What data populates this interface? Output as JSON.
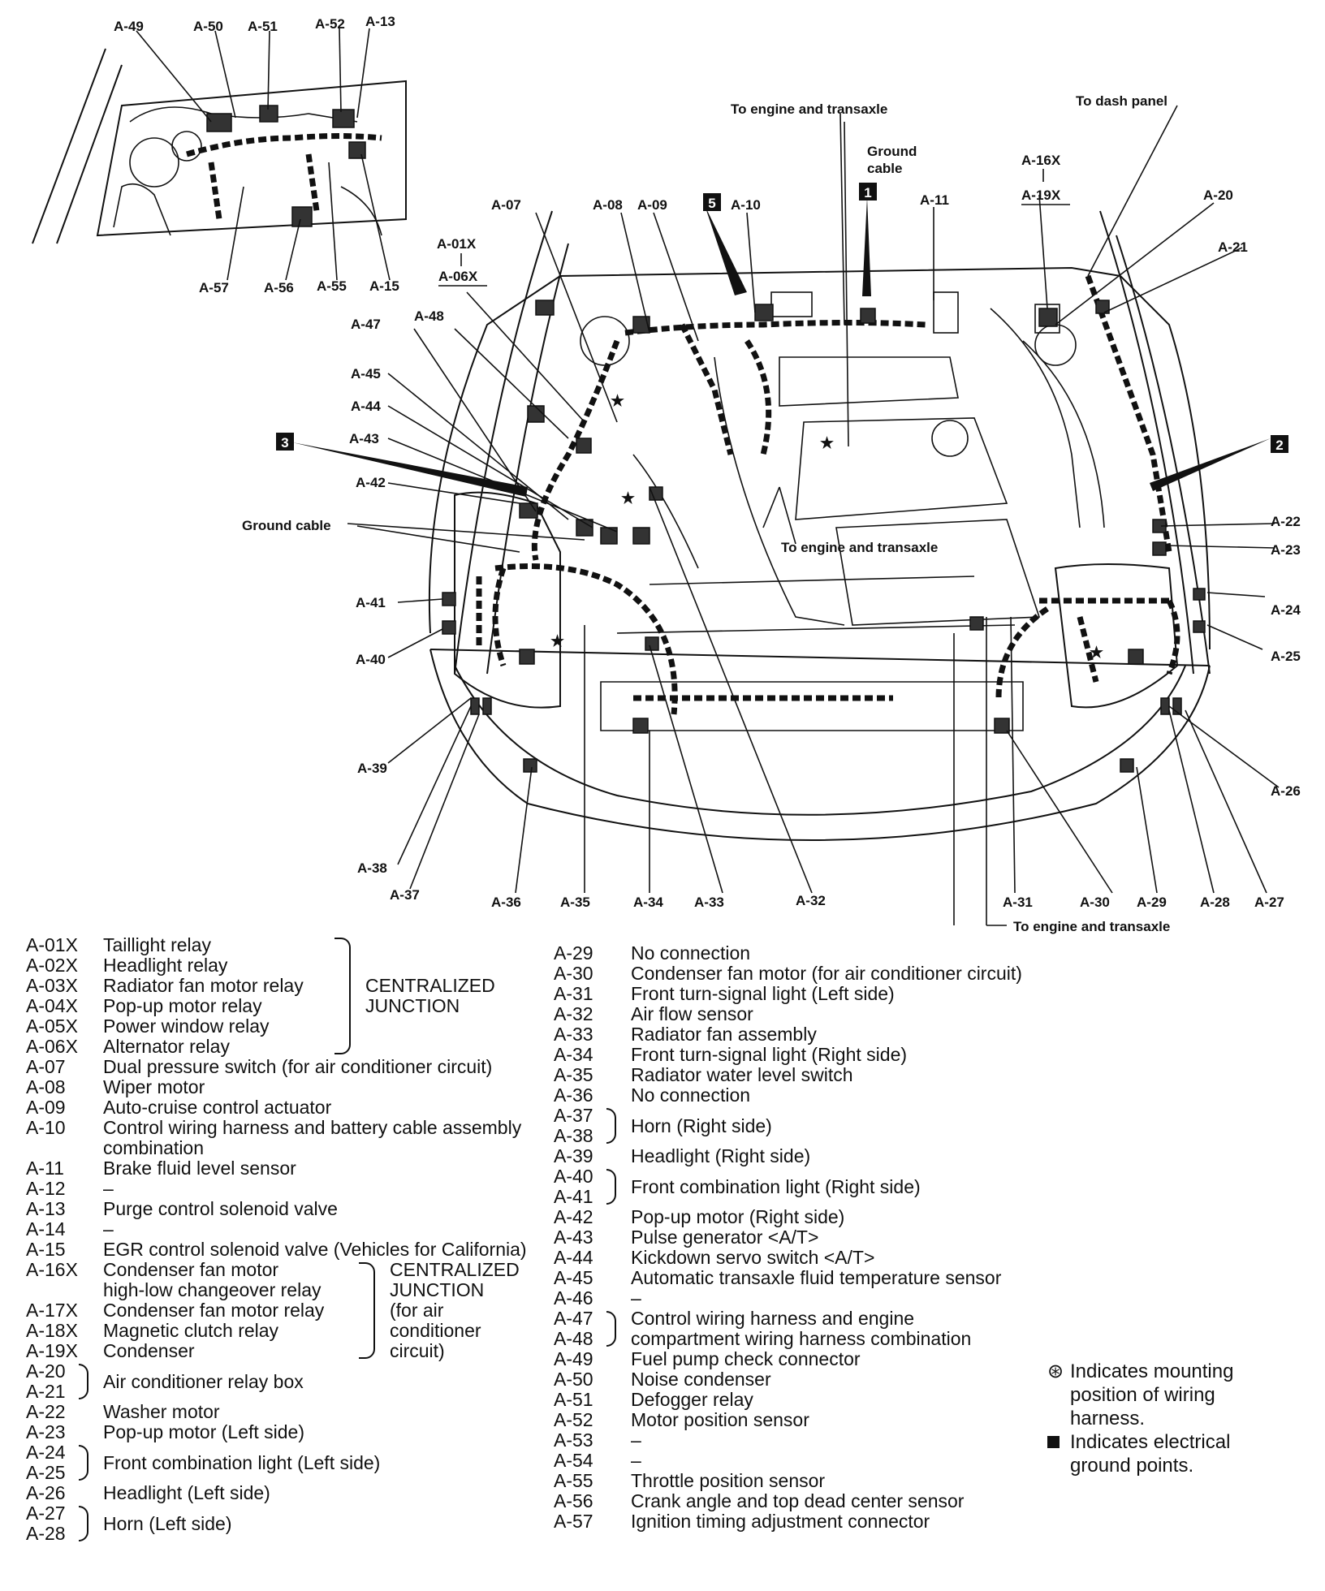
{
  "diagram": {
    "callouts": {
      "a49": "A-49",
      "a50": "A-50",
      "a51": "A-51",
      "a52": "A-52",
      "a13": "A-13",
      "a57": "A-57",
      "a56": "A-56",
      "a55": "A-55",
      "a15": "A-15",
      "a07": "A-07",
      "a08": "A-08",
      "a09": "A-09",
      "a10": "A-10",
      "a11": "A-11",
      "a01x": "A-01X",
      "a06x": "A-06X",
      "a16x": "A-16X",
      "a19x": "A-19X",
      "a20": "A-20",
      "a21": "A-21",
      "a22": "A-22",
      "a23": "A-23",
      "a24": "A-24",
      "a25": "A-25",
      "a26": "A-26",
      "a27": "A-27",
      "a28": "A-28",
      "a29": "A-29",
      "a30": "A-30",
      "a31": "A-31",
      "a32": "A-32",
      "a33": "A-33",
      "a34": "A-34",
      "a35": "A-35",
      "a36": "A-36",
      "a37": "A-37",
      "a38": "A-38",
      "a39": "A-39",
      "a40": "A-40",
      "a41": "A-41",
      "a42": "A-42",
      "a43": "A-43",
      "a44": "A-44",
      "a45": "A-45",
      "a47": "A-47",
      "a48": "A-48"
    },
    "texts": {
      "to_engine_top": "To engine and transaxle",
      "to_dash": "To dash panel",
      "ground_cable_1": "Ground",
      "ground_cable_2": "cable",
      "ground_cable_left": "Ground cable",
      "to_engine_mid": "To engine and transaxle",
      "to_engine_bottom": "To engine and transaxle"
    },
    "ground_markers": {
      "m5": "5",
      "m1": "1",
      "m3": "3",
      "m2": "2"
    }
  },
  "legend_left": {
    "group1_codes": [
      "A-01X",
      "A-02X",
      "A-03X",
      "A-04X",
      "A-05X",
      "A-06X"
    ],
    "group1_descs": [
      "Taillight relay",
      "Headlight relay",
      "Radiator fan motor relay",
      "Pop-up motor relay",
      "Power window relay",
      "Alternator relay"
    ],
    "group1_note_1": "CENTRALIZED",
    "group1_note_2": "JUNCTION",
    "r07_code": "A-07",
    "r07_desc": "Dual pressure switch (for air conditioner circuit)",
    "r08_code": "A-08",
    "r08_desc": "Wiper motor",
    "r09_code": "A-09",
    "r09_desc": "Auto-cruise control actuator",
    "r10_code": "A-10",
    "r10_desc": "Control wiring harness and battery cable assembly combination",
    "r11_code": "A-11",
    "r11_desc": "Brake fluid level sensor",
    "r12_code": "A-12",
    "r12_desc": "–",
    "r13_code": "A-13",
    "r13_desc": "Purge control solenoid valve",
    "r14_code": "A-14",
    "r14_desc": "–",
    "r15_code": "A-15",
    "r15_desc": "EGR control solenoid valve (Vehicles for California)",
    "group2_codes": [
      "A-16X",
      "",
      "A-17X",
      "A-18X",
      "A-19X"
    ],
    "group2_descs": [
      "Condenser fan motor",
      "high-low changeover relay",
      "Condenser fan motor relay",
      "Magnetic clutch relay",
      "Condenser"
    ],
    "group2_note_1": "CENTRALIZED",
    "group2_note_2": "JUNCTION",
    "group2_note_3": "(for air",
    "group2_note_4": "conditioner",
    "group2_note_5": "circuit)",
    "g20_codes": [
      "A-20",
      "A-21"
    ],
    "g20_desc": "Air conditioner relay box",
    "r22_code": "A-22",
    "r22_desc": "Washer motor",
    "r23_code": "A-23",
    "r23_desc": "Pop-up motor (Left side)",
    "g24_codes": [
      "A-24",
      "A-25"
    ],
    "g24_desc": "Front combination light (Left side)",
    "r26_code": "A-26",
    "r26_desc": "Headlight (Left side)",
    "g27_codes": [
      "A-27",
      "A-28"
    ],
    "g27_desc": "Horn (Left side)"
  },
  "legend_right": {
    "r29_code": "A-29",
    "r29_desc": "No connection",
    "r30_code": "A-30",
    "r30_desc": "Condenser fan motor (for air conditioner circuit)",
    "r31_code": "A-31",
    "r31_desc": "Front turn-signal light (Left side)",
    "r32_code": "A-32",
    "r32_desc": "Air flow sensor",
    "r33_code": "A-33",
    "r33_desc": "Radiator fan assembly",
    "r34_code": "A-34",
    "r34_desc": "Front turn-signal light (Right side)",
    "r35_code": "A-35",
    "r35_desc": "Radiator water level switch",
    "r36_code": "A-36",
    "r36_desc": "No connection",
    "g37_codes": [
      "A-37",
      "A-38"
    ],
    "g37_desc": "Horn (Right side)",
    "r39_code": "A-39",
    "r39_desc": "Headlight (Right side)",
    "g40_codes": [
      "A-40",
      "A-41"
    ],
    "g40_desc": "Front combination light (Right side)",
    "r42_code": "A-42",
    "r42_desc": "Pop-up motor (Right side)",
    "r43_code": "A-43",
    "r43_desc": "Pulse generator <A/T>",
    "r44_code": "A-44",
    "r44_desc": "Kickdown servo switch <A/T>",
    "r45_code": "A-45",
    "r45_desc": "Automatic transaxle fluid temperature sensor",
    "r46_code": "A-46",
    "r46_desc": "–",
    "g47_codes": [
      "A-47",
      "A-48"
    ],
    "g47_desc_1": "Control wiring harness and engine",
    "g47_desc_2": "compartment wiring harness combination",
    "r49_code": "A-49",
    "r49_desc": "Fuel pump check connector",
    "r50_code": "A-50",
    "r50_desc": "Noise condenser",
    "r51_code": "A-51",
    "r51_desc": "Defogger relay",
    "r52_code": "A-52",
    "r52_desc": "Motor position sensor",
    "r53_code": "A-53",
    "r53_desc": "–",
    "r54_code": "A-54",
    "r54_desc": "–",
    "r55_code": "A-55",
    "r55_desc": "Throttle position sensor",
    "r56_code": "A-56",
    "r56_desc": "Crank angle and top dead center sensor",
    "r57_code": "A-57",
    "r57_desc": "Ignition timing adjustment connector"
  },
  "notes": {
    "star_symbol": "⊛",
    "star_text_1": "Indicates mounting",
    "star_text_2": "position of wiring",
    "star_text_3": "harness.",
    "square_text_1": "Indicates electrical",
    "square_text_2": "ground points."
  }
}
